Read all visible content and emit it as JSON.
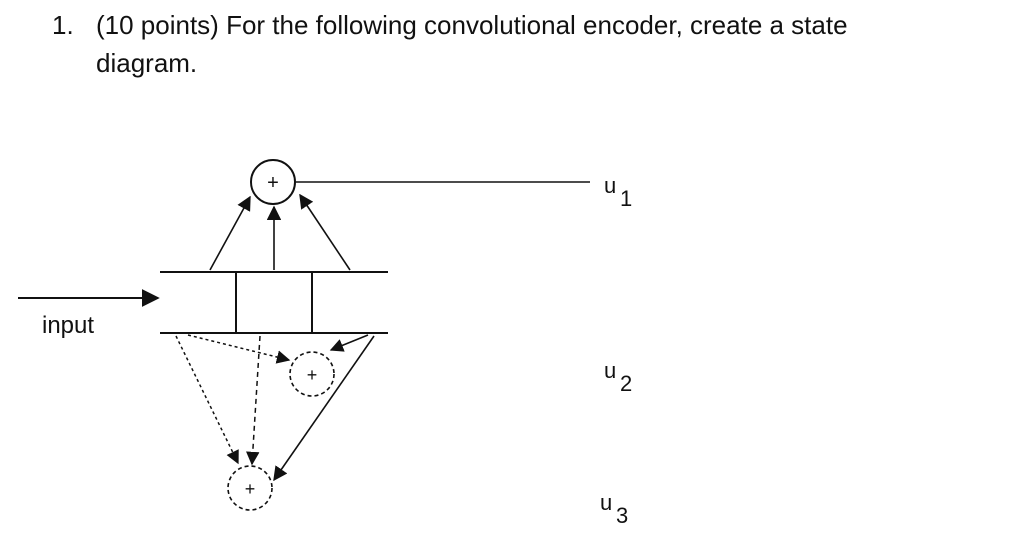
{
  "question": {
    "number": "1.",
    "line1": "(10 points) For the following convolutional encoder,  create a state",
    "line2": "diagram."
  },
  "diagram": {
    "input_label": "input",
    "adder_symbol": "+",
    "outputs": [
      {
        "base": "u",
        "sub": "1"
      },
      {
        "base": "u",
        "sub": "2"
      },
      {
        "base": "u",
        "sub": "3"
      }
    ]
  }
}
